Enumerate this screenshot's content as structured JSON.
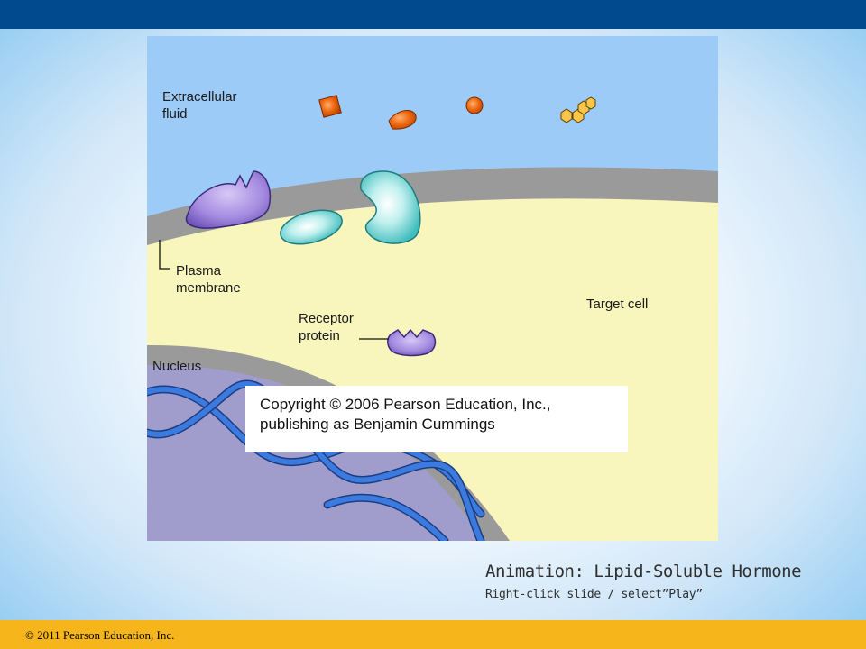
{
  "slide": {
    "footer": "© 2011 Pearson Education, Inc.",
    "caption_title": "Animation: Lipid-Soluble Hormone",
    "caption_subtitle": "Right-click slide / select”Play”"
  },
  "figure": {
    "labels": {
      "extracellular_line1": "Extracellular",
      "extracellular_line2": "fluid",
      "plasma_line1": "Plasma",
      "plasma_line2": "membrane",
      "target_cell": "Target cell",
      "receptor_line1": "Receptor",
      "receptor_line2": "protein",
      "nucleus": "Nucleus"
    },
    "copyright_line1": "Copyright © 2006 Pearson Education, Inc.,",
    "copyright_line2": "publishing as Benjamin Cummings"
  },
  "colors": {
    "top_bar": "#004a8d",
    "bottom_bar": "#f7b51c",
    "extracellular": "#9ccbf7",
    "membrane": "#9a9a9a",
    "cytoplasm": "#f8f5bd",
    "nucleus": "#a09ccc",
    "dna": "#2f6fd0",
    "purple_protein": "#9b7ed8",
    "teal_protein": "#5fd0cf",
    "hormone_orange": "#f06a12",
    "hexagon_yellow": "#f9c64a"
  }
}
